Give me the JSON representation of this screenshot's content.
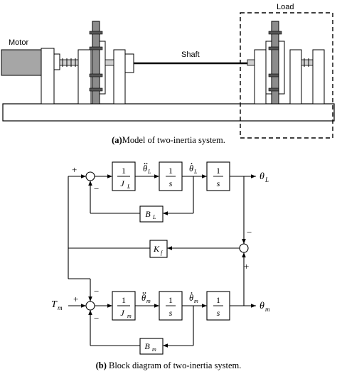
{
  "figure_a": {
    "motor_label": "Motor",
    "shaft_label": "Shaft",
    "load_label": "Load",
    "caption_tag": "(a)",
    "caption_text": "Model of two-inertia system."
  },
  "figure_b": {
    "caption_tag": "(b)",
    "caption_text": " Block diagram of two-inertia system.",
    "block_load_inertia": {
      "numerator": "1",
      "denominator": "J",
      "subscript": "L"
    },
    "block_load_int1": {
      "numerator": "1",
      "denominator": "s"
    },
    "block_load_int2": {
      "numerator": "1",
      "denominator": "s"
    },
    "block_load_damping": {
      "symbol": "B",
      "subscript": "L"
    },
    "block_stiffness": {
      "symbol": "K",
      "subscript": "f"
    },
    "block_motor_inertia": {
      "numerator": "1",
      "denominator": "J",
      "subscript": "m"
    },
    "block_motor_int1": {
      "numerator": "1",
      "denominator": "s"
    },
    "block_motor_int2": {
      "numerator": "1",
      "denominator": "s"
    },
    "block_motor_damping": {
      "symbol": "B",
      "subscript": "m"
    },
    "signal_load_accel": {
      "symbol": "θ",
      "subscript": "L",
      "dots": "double"
    },
    "signal_load_vel": {
      "symbol": "θ",
      "subscript": "L",
      "dots": "single"
    },
    "signal_load_pos": {
      "symbol": "θ",
      "subscript": "L"
    },
    "signal_motor_accel": {
      "symbol": "θ",
      "subscript": "m",
      "dots": "double"
    },
    "signal_motor_vel": {
      "symbol": "θ",
      "subscript": "m",
      "dots": "single"
    },
    "signal_motor_pos": {
      "symbol": "θ",
      "subscript": "m"
    },
    "input_torque": {
      "symbol": "T",
      "subscript": "m"
    },
    "signs": {
      "top_sum_plus": "+",
      "top_sum_minus": "−",
      "bottom_sum_minus_top": "−",
      "bottom_sum_plus_input": "+",
      "bottom_sum_minus_feedback": "−",
      "right_sum_minus": "−",
      "right_sum_plus": "+"
    }
  }
}
